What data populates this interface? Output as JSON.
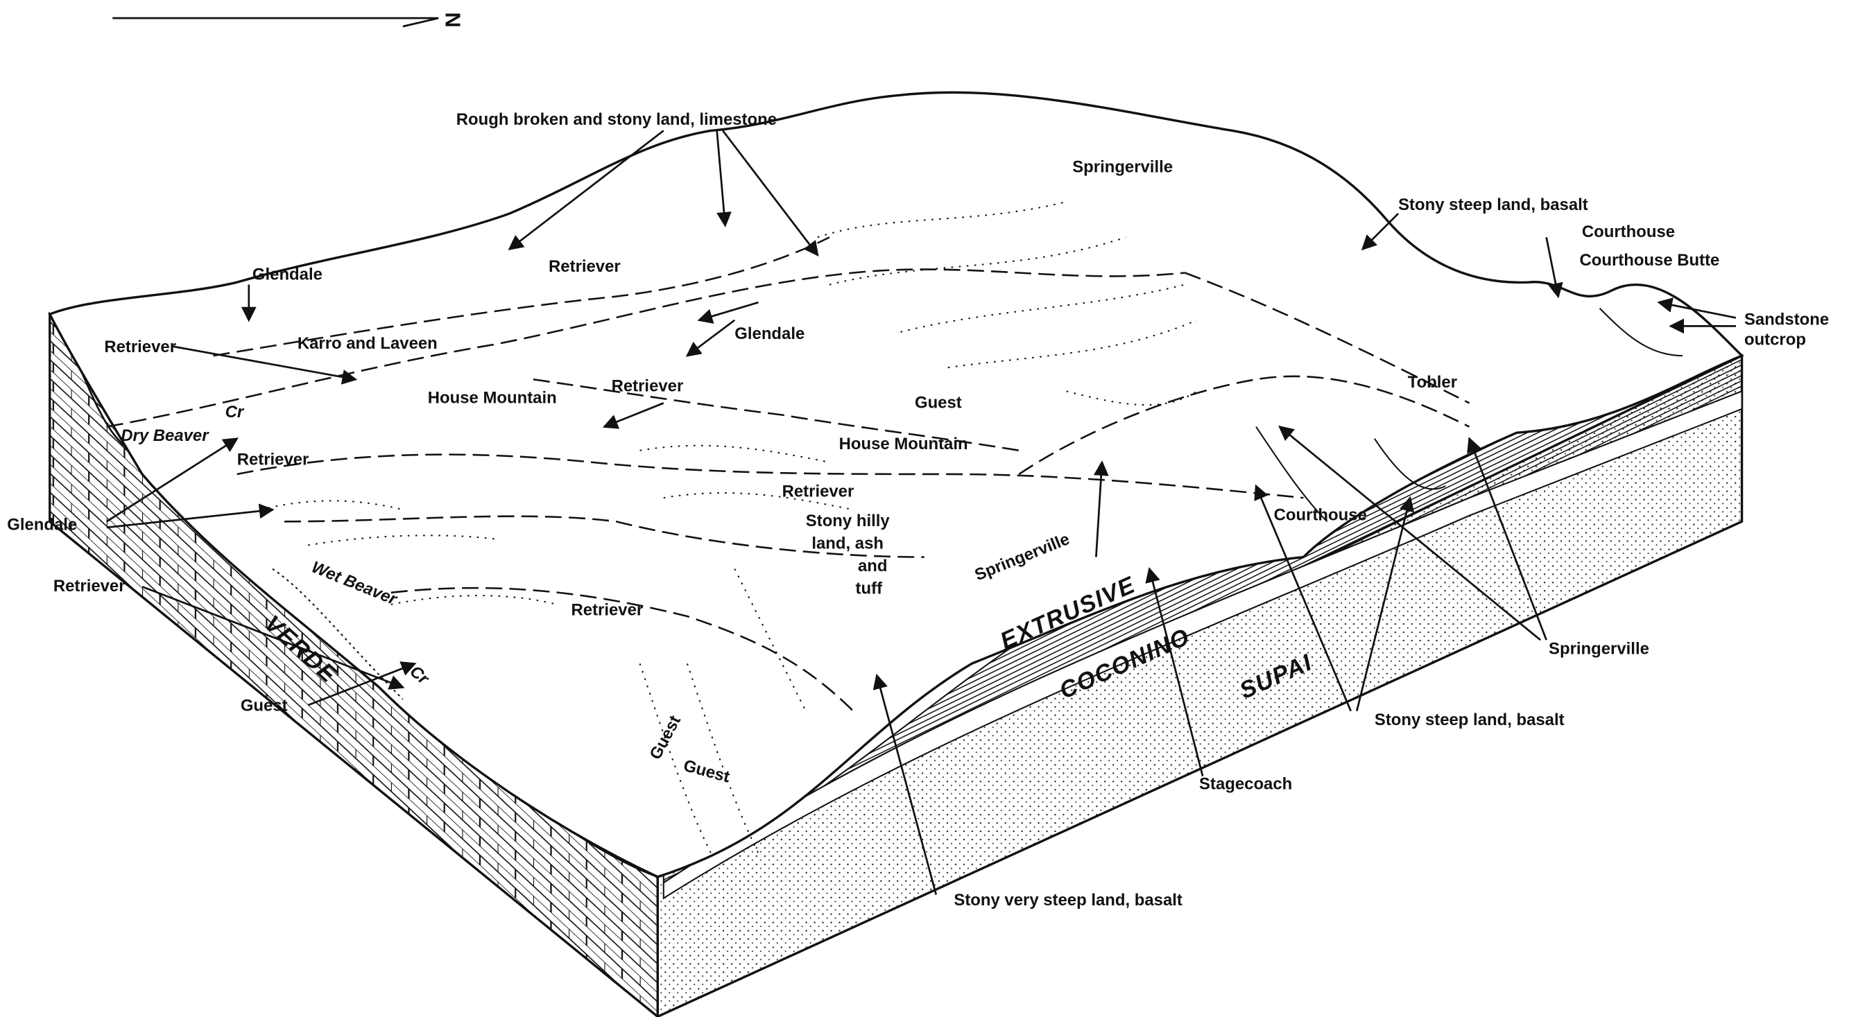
{
  "north_arrow": {
    "label": "N"
  },
  "labels": {
    "rough_broken": "Rough broken and stony land, limestone",
    "springerville_top": "Springerville",
    "stony_steep_top": "Stony steep land, basalt",
    "courthouse_top": "Courthouse",
    "courthouse_butte": "Courthouse Butte",
    "sandstone": "Sandstone",
    "outcrop": "outcrop",
    "glendale_top": "Glendale",
    "retriever_top": "Retriever",
    "retriever_left": "Retriever",
    "karro_laveen": "Karro and Laveen",
    "glendale_mid": "Glendale",
    "house_mountain_1": "House Mountain",
    "retriever_mid": "Retriever",
    "dry_beaver": "Dry Beaver",
    "cr_1": "Cr",
    "retriever_left2": "Retriever",
    "guest_mid": "Guest",
    "house_mountain_2": "House Mountain",
    "tobler": "Tobler",
    "retriever_center": "Retriever",
    "courthouse_mid": "Courthouse",
    "glendale_left": "Glendale",
    "stony_hilly_1": "Stony hilly",
    "stony_hilly_2": "land, ash",
    "stony_hilly_3": "and",
    "stony_hilly_4": "tuff",
    "springerville_mid": "Springerville",
    "retriever_left3": "Retriever",
    "wet_beaver": "Wet Beaver",
    "cr_2": "Cr",
    "retriever_low": "Retriever",
    "verde": "VERDE",
    "extrusive": "EXTRUSIVE",
    "coconino": "COCONINO",
    "supai": "SUPAI",
    "springerville_right": "Springerville",
    "guest_left": "Guest",
    "stony_steep_right": "Stony steep land, basalt",
    "guest_low1": "Guest",
    "guest_low2": "Guest",
    "stagecoach": "Stagecoach",
    "stony_very_steep": "Stony very steep land, basalt"
  }
}
